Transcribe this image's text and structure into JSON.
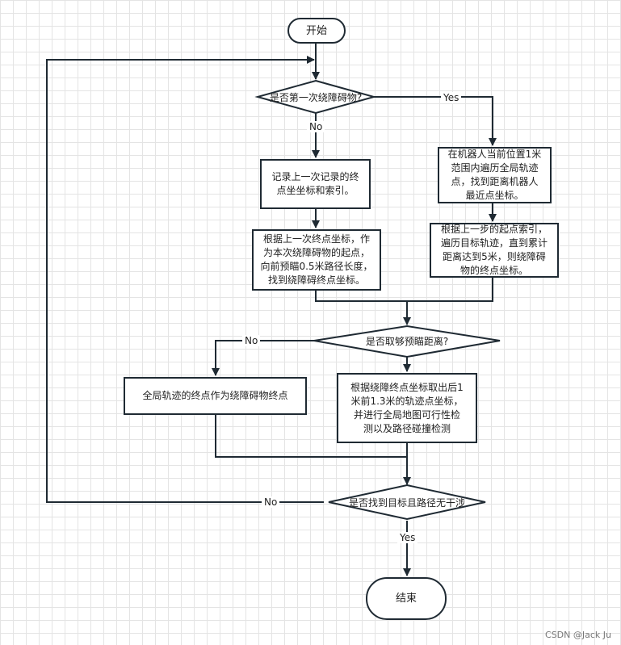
{
  "start": "开始",
  "end": "结束",
  "decision1": "是否第一次绕障碍物?",
  "decision2": "是否取够预瞄距离?",
  "decision3": "是否找到目标且路径无干涉",
  "box_record_last": "记录上一次记录的终\n点坐坐标和索引。",
  "box_lookahead": "根据上一次终点坐标，作\n为本次绕障碍物的起点，\n向前预瞄0.5米路径长度，\n找到绕障碍终点坐标。",
  "box_nearest": "在机器人当前位置1米\n范围内遍历全局轨迹\n点，找到距离机器人\n最近点坐标。",
  "box_traverse": "根据上一步的起点索引，\n遍历目标轨迹，直到累计\n距离达到5米，则绕障碍\n物的终点坐标。",
  "box_global_end": "全局轨迹的终点作为绕障碍物终点",
  "box_check": "根据绕障终点坐标取出后1\n米前1.3米的轨迹点坐标，\n并进行全局地图可行性检\n测以及路径碰撞检测",
  "labels": {
    "d1_yes": "Yes",
    "d1_no": "No",
    "d2_no": "No",
    "d3_no": "No",
    "d3_yes": "Yes"
  },
  "watermark": "CSDN @Jack Ju",
  "colors": {
    "stroke": "#1f2a33",
    "grid": "#e4e4e4"
  }
}
